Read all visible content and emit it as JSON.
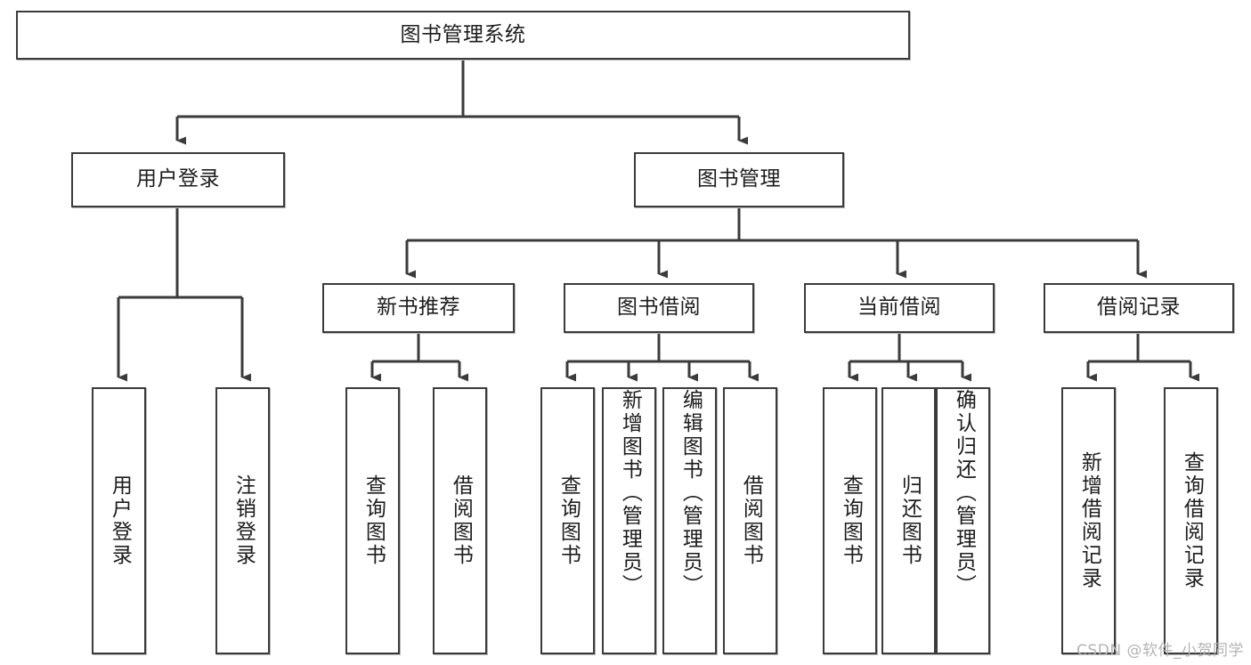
{
  "diagram": {
    "type": "tree-hierarchy",
    "title": "图书管理系统",
    "orientation": "top-down",
    "colors": {
      "border": "#3b3b3b",
      "fill": "#ffffff",
      "line": "#3b3b3b",
      "text": "#1d1d1d",
      "watermark": "#b4b4b4"
    },
    "root": {
      "id": "root",
      "label": "图书管理系统",
      "text_orientation": "horizontal"
    },
    "level2": [
      {
        "id": "user-login",
        "label": "用户登录",
        "text_orientation": "horizontal"
      },
      {
        "id": "book-manage",
        "label": "图书管理",
        "text_orientation": "horizontal"
      }
    ],
    "level3": [
      {
        "id": "new-book-recommend",
        "label": "新书推荐",
        "parent": "book-manage",
        "text_orientation": "horizontal"
      },
      {
        "id": "book-borrow",
        "label": "图书借阅",
        "parent": "book-manage",
        "text_orientation": "horizontal"
      },
      {
        "id": "current-borrow",
        "label": "当前借阅",
        "parent": "book-manage",
        "text_orientation": "horizontal"
      },
      {
        "id": "borrow-record",
        "label": "借阅记录",
        "parent": "book-manage",
        "text_orientation": "horizontal"
      }
    ],
    "leaves": [
      {
        "id": "leaf-user-login",
        "label": "用户登录",
        "parent": "user-login",
        "text_orientation": "vertical"
      },
      {
        "id": "leaf-logout-login",
        "label": "注销登录",
        "parent": "user-login",
        "text_orientation": "vertical"
      },
      {
        "id": "leaf-query-book-1",
        "label": "查询图书",
        "parent": "new-book-recommend",
        "text_orientation": "vertical"
      },
      {
        "id": "leaf-borrow-book-1",
        "label": "借阅图书",
        "parent": "new-book-recommend",
        "text_orientation": "vertical"
      },
      {
        "id": "leaf-query-book-2",
        "label": "查询图书",
        "parent": "book-borrow",
        "text_orientation": "vertical"
      },
      {
        "id": "leaf-add-book",
        "label": "新增图书（管理员）",
        "parent": "book-borrow",
        "text_orientation": "vertical"
      },
      {
        "id": "leaf-edit-book",
        "label": "编辑图书（管理员）",
        "parent": "book-borrow",
        "text_orientation": "vertical"
      },
      {
        "id": "leaf-borrow-book-2",
        "label": "借阅图书",
        "parent": "book-borrow",
        "text_orientation": "vertical"
      },
      {
        "id": "leaf-query-book-3",
        "label": "查询图书",
        "parent": "current-borrow",
        "text_orientation": "vertical"
      },
      {
        "id": "leaf-return-book",
        "label": "归还图书",
        "parent": "current-borrow",
        "text_orientation": "vertical"
      },
      {
        "id": "leaf-confirm-return",
        "label": "确认归还（管理员）",
        "parent": "current-borrow",
        "text_orientation": "vertical"
      },
      {
        "id": "leaf-add-record",
        "label": "新增借阅记录",
        "parent": "borrow-record",
        "text_orientation": "vertical"
      },
      {
        "id": "leaf-query-record",
        "label": "查询借阅记录",
        "parent": "borrow-record",
        "text_orientation": "vertical"
      }
    ]
  },
  "watermark": {
    "text": "CSDN @软件_小贺同学"
  }
}
